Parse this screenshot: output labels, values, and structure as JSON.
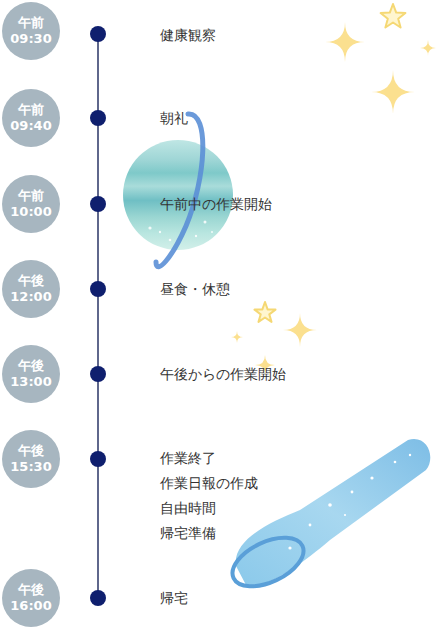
{
  "diagram": {
    "nodes": [
      {
        "text": [
          "午前",
          "09:30"
        ]
      },
      {
        "text": [
          "午前",
          "09:40"
        ]
      },
      {
        "text": [
          "午前",
          "10:00"
        ]
      },
      {
        "text": [
          "午後",
          "12:00"
        ]
      },
      {
        "text": [
          "午後",
          "13:00"
        ]
      },
      {
        "text": [
          "午後",
          "15:30"
        ]
      },
      {
        "text": [
          "午後",
          "16:00"
        ]
      }
    ],
    "labels": [
      "健康観察",
      "朝礼",
      "午前中の作業開始",
      "昼食・休憩",
      "午後からの作業開始",
      "作業終了",
      "作業日報の作成",
      "自由時間",
      "帰宅準備",
      "帰宅"
    ]
  }
}
